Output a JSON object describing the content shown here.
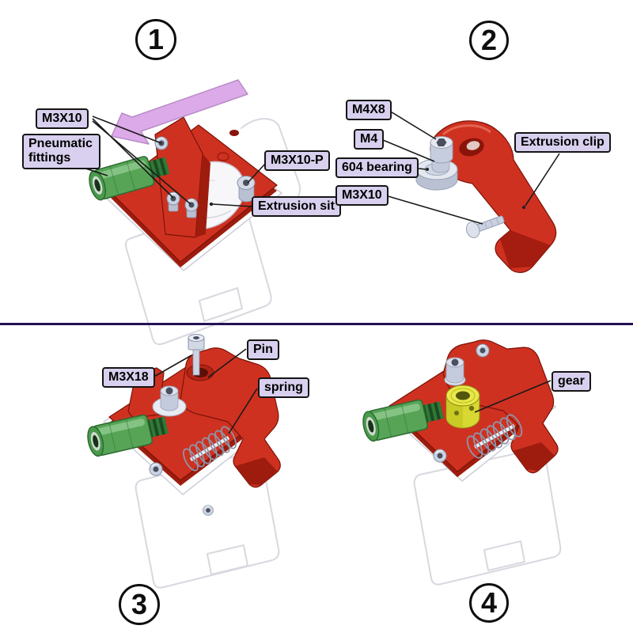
{
  "page": {
    "background": "#ffffff"
  },
  "colors": {
    "red_body": "#cf3120",
    "red_dark": "#9e1c0e",
    "red_deep": "#7a1408",
    "green_fitting": "#57a457",
    "green_dark": "#2c6b31",
    "gear_yellow": "#e9e84a",
    "metal_light": "#e3e7f0",
    "metal_mid": "#c6cdde",
    "metal_dark": "#8a93a8",
    "label_bg": "#d8d0ee",
    "arrow_purple": "#dcaae8",
    "arrow_border": "#b88cc8",
    "divider": "#241155",
    "ghost": "#d8d8e0",
    "leader": "#1a1a1a"
  },
  "steps": {
    "step1": {
      "number": "1",
      "labels": {
        "m3x10": "M3X10",
        "pneumatic_fittings": "Pneumatic fittings",
        "m3x10p": "M3X10-P",
        "extrusion_sit": "Extrusion sit"
      },
      "icons": {
        "insert_arrow": "purple insertion-direction arrow"
      }
    },
    "step2": {
      "number": "2",
      "labels": {
        "m4x8": "M4X8",
        "m4": "M4",
        "bearing604": "604 bearing",
        "m3x10": "M3X10",
        "extrusion_clip": "Extrusion clip"
      }
    },
    "step3": {
      "number": "3",
      "labels": {
        "m3x18": "M3X18",
        "pin": "Pin",
        "spring": "spring"
      }
    },
    "step4": {
      "number": "4",
      "labels": {
        "gear": "gear"
      }
    }
  }
}
